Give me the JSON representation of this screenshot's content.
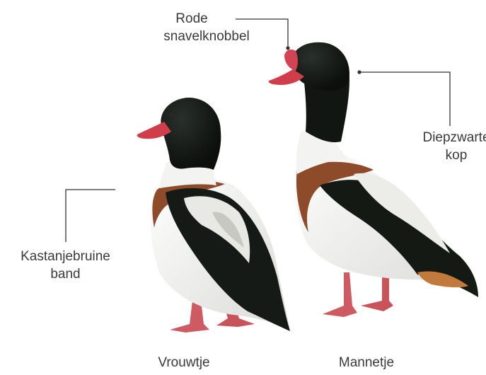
{
  "colors": {
    "plumage_dark": "#111612",
    "plumage_white": "#f4f4f2",
    "chestnut": "#8e4b2a",
    "bill_red": "#cf3e4a",
    "leg_pink": "#cf5b62",
    "line": "#333333"
  },
  "annotations": {
    "knob": {
      "line1": "Rode",
      "line2": "snavelknobbel"
    },
    "head": {
      "line1": "Diepzwarte",
      "line2": "kop"
    },
    "band": {
      "line1": "Kastanjebruine",
      "line2": "band"
    }
  },
  "captions": {
    "female": "Vrouwtje",
    "male": "Mannetje"
  }
}
